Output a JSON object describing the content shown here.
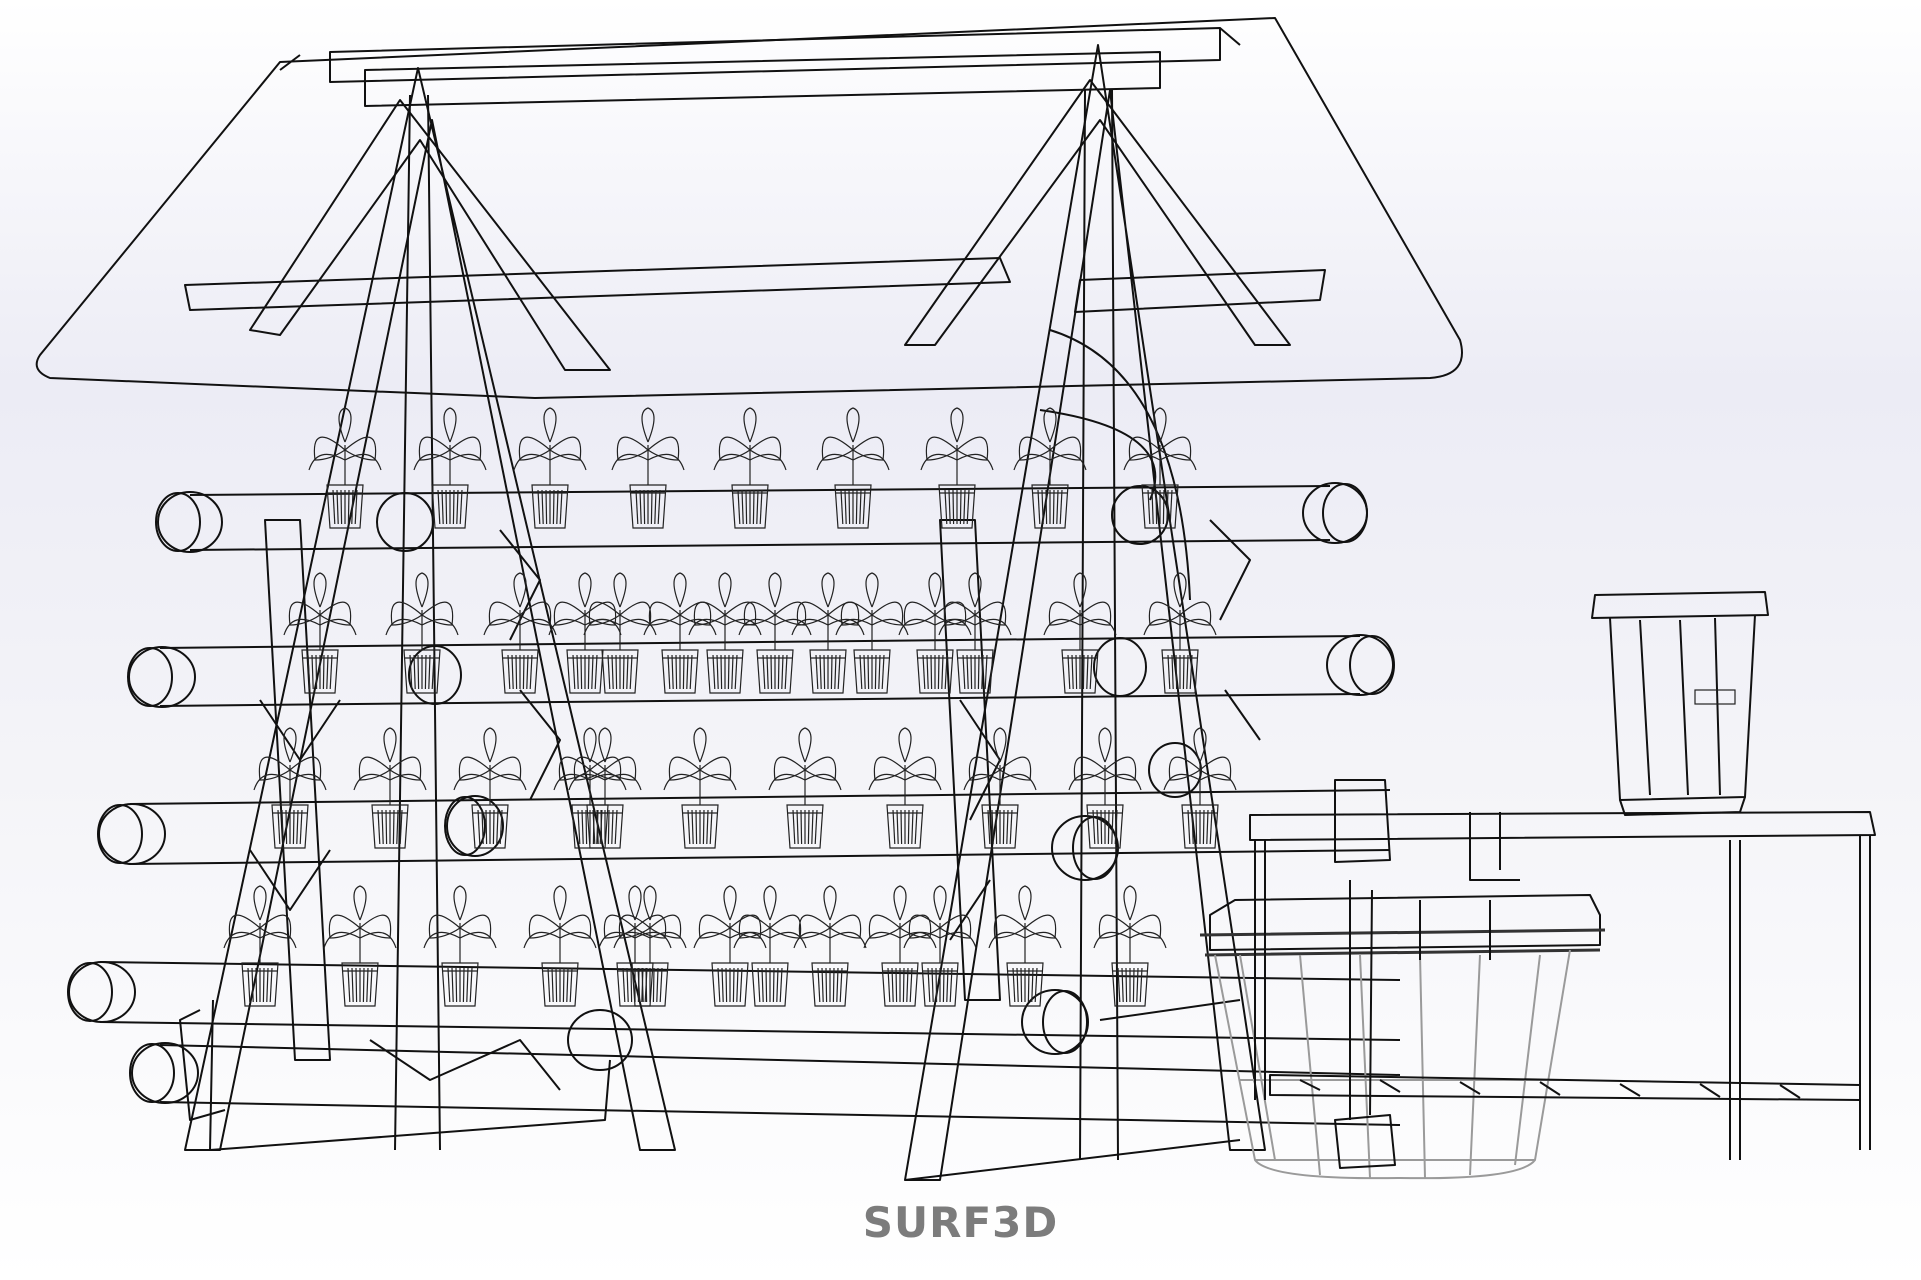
{
  "caption": "SURF3D",
  "model": {
    "view": "wireframe",
    "components": [
      "a-frame-structure",
      "roof-panels",
      "tube-rows",
      "plant-pots",
      "nutrient-reservoir",
      "side-table",
      "dosing-container"
    ]
  }
}
